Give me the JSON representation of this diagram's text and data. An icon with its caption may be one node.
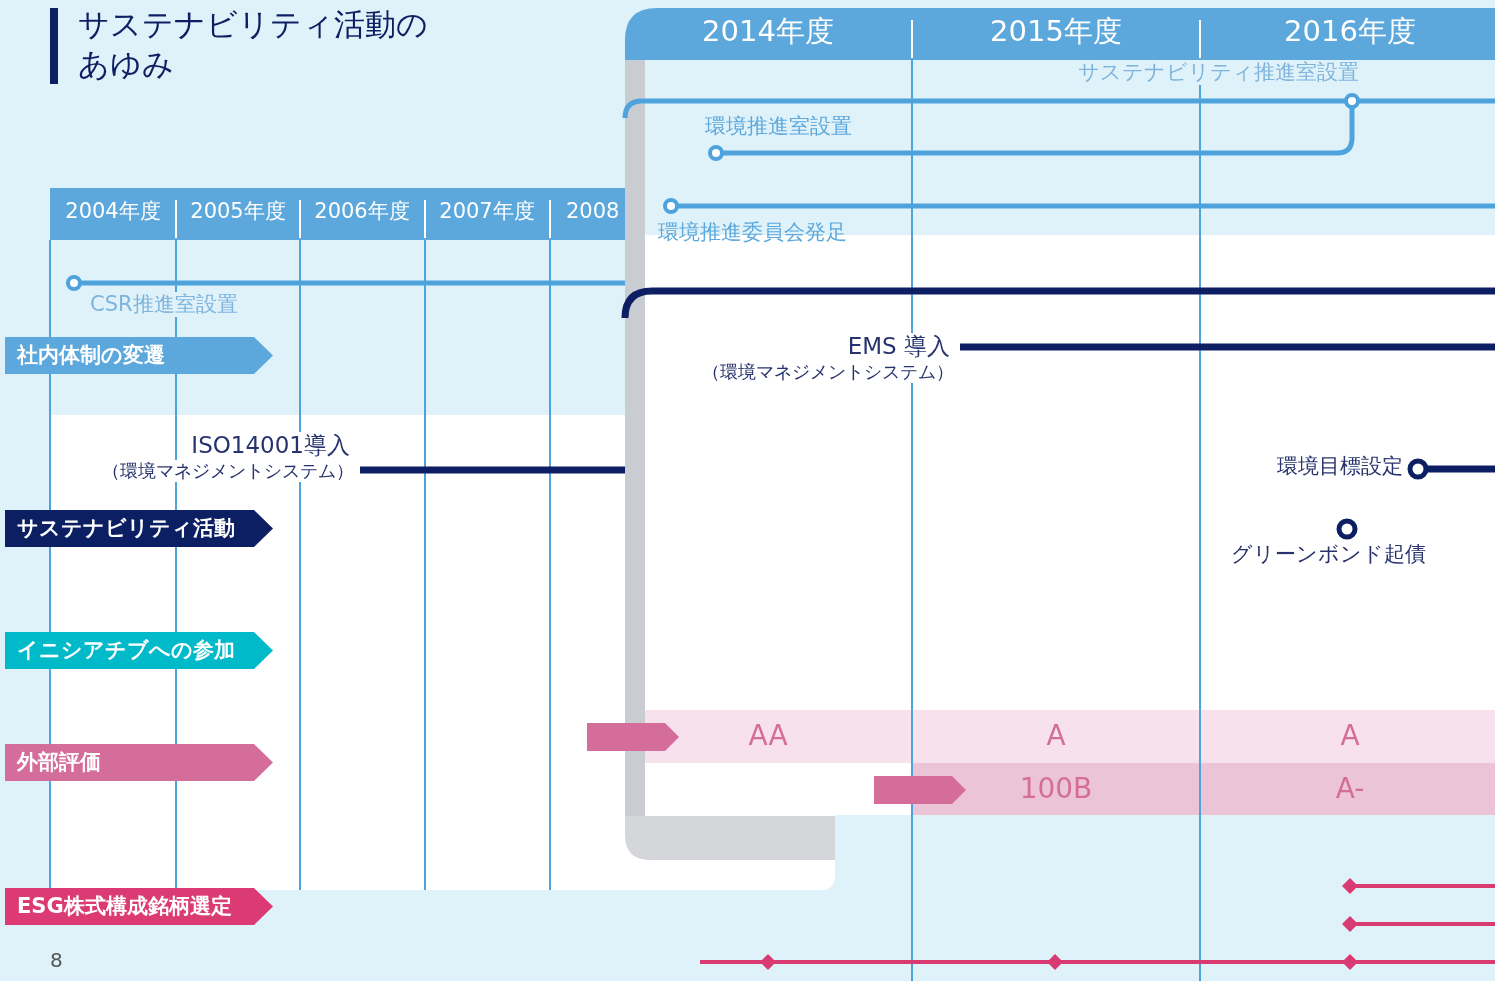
{
  "diagram": {
    "title": "サステナビリティ活動のあゆみ",
    "nodes": [
      {
        "text": [
          "社内体制の変遷"
        ]
      },
      {
        "text": [
          "サステナビリティ活動"
        ]
      },
      {
        "text": [
          "イニシアチブへの参加"
        ]
      },
      {
        "text": [
          "外部評価"
        ]
      },
      {
        "text": [
          "ESG株式構成銘柄選定"
        ]
      },
      {
        "text": [],
        "shape": "box"
      },
      {
        "text": [],
        "shape": "box"
      }
    ],
    "labels": [
      "2014年度",
      "2015年度",
      "2016年度",
      "サステナビリティ推進室設置",
      "環境推進室設置",
      "2004年度",
      "2005年度",
      "2006年度",
      "2007年度",
      "2008",
      "環境推進委員会発足",
      "CSR推進室設置",
      "EMS 導入",
      "（環境マネジメントシステム）",
      "ISO14001導入",
      "（環境マネジメントシステム）",
      "環境目標設定",
      "グリーンボンド起債",
      "AA",
      "A",
      "A",
      "100B",
      "A-",
      "8"
    ]
  }
}
